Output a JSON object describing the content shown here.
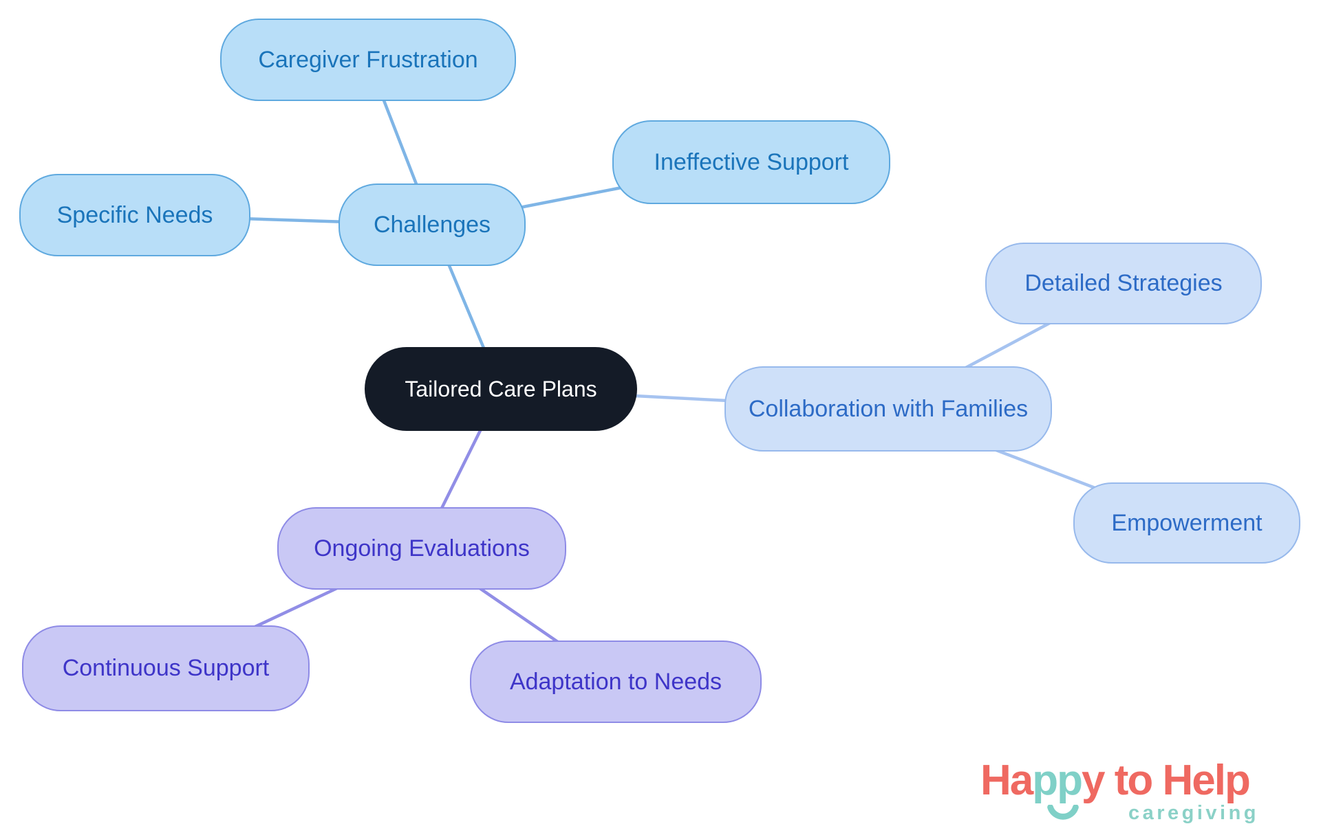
{
  "palette": {
    "groups": {
      "page": {
        "bg": "#ffffff"
      },
      "center": {
        "fill": "#141b27",
        "text": "#ffffff"
      },
      "blue": {
        "fill": "#b8def8",
        "border": "#5fa9df",
        "text": "#1a74ba",
        "edge": "#7fb5e6"
      },
      "peri": {
        "fill": "#cee0f9",
        "border": "#97b9ec",
        "text": "#2d6bc6",
        "edge": "#a6c3f0"
      },
      "purple": {
        "fill": "#c9c8f5",
        "border": "#8e8be6",
        "text": "#3e35c8",
        "edge": "#918ee6"
      },
      "logo": {
        "coral": "#ef6961",
        "teal": "#7fd0c7",
        "tagline": "#8bd1c7"
      }
    }
  },
  "nodes": {
    "root": {
      "label": "Tailored Care Plans"
    },
    "challenges": {
      "label": "Challenges"
    },
    "caregiver_frustration": {
      "label": "Caregiver Frustration"
    },
    "ineffective_support": {
      "label": "Ineffective Support"
    },
    "specific_needs": {
      "label": "Specific Needs"
    },
    "collaboration": {
      "label": "Collaboration with Families"
    },
    "detailed_strategies": {
      "label": "Detailed Strategies"
    },
    "empowerment": {
      "label": "Empowerment"
    },
    "ongoing_evaluations": {
      "label": "Ongoing Evaluations"
    },
    "continuous_support": {
      "label": "Continuous Support"
    },
    "adaptation_to_needs": {
      "label": "Adaptation to Needs"
    }
  },
  "mindmap": {
    "root": "Tailored Care Plans",
    "branches": [
      {
        "label": "Challenges",
        "children": [
          "Caregiver Frustration",
          "Ineffective Support",
          "Specific Needs"
        ]
      },
      {
        "label": "Collaboration with Families",
        "children": [
          "Detailed Strategies",
          "Empowerment"
        ]
      },
      {
        "label": "Ongoing Evaluations",
        "children": [
          "Continuous Support",
          "Adaptation to Needs"
        ]
      }
    ]
  },
  "logo": {
    "part_ha": "Ha",
    "part_pp": "pp",
    "part_rest": "y to Help",
    "tagline": "caregiving"
  }
}
